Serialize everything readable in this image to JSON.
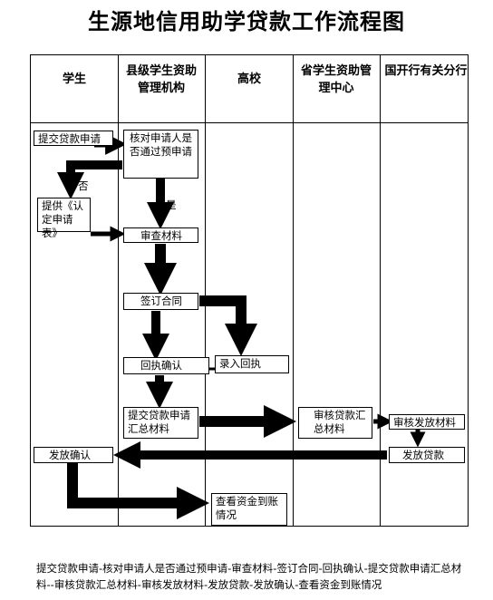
{
  "title": "生源地信用助学贷款工作流程图",
  "lanes": [
    {
      "label": "学生"
    },
    {
      "label": "县级学生资助管理机构"
    },
    {
      "label": "高校"
    },
    {
      "label": "省学生资助管理中心"
    },
    {
      "label": "国开行有关分行"
    }
  ],
  "nodes": {
    "submit": "提交贷款申请",
    "verify": "核对申请人是否通过预申请",
    "provide": "提供《认定申请表》",
    "review": "审查材料",
    "sign": "签订合同",
    "receipt": "回执确认",
    "enter_receipt": "录入回执",
    "submit_summary": "提交贷款申请汇总材料",
    "audit_summary": "审核贷款汇总材料",
    "audit_release": "审核发放材料",
    "release": "发放贷款",
    "confirm": "发放确认",
    "check_funds": "查看资金到账情况"
  },
  "labels": {
    "no": "否",
    "yes": "是"
  },
  "caption": "提交贷款申请-核对申请人是否通过预申请-审查材料-签订合同-回执确认-提交贷款申请汇总材料--审核贷款汇总材料-审核发放材料-发放贷款-发放确认-查看资金到账情况"
}
